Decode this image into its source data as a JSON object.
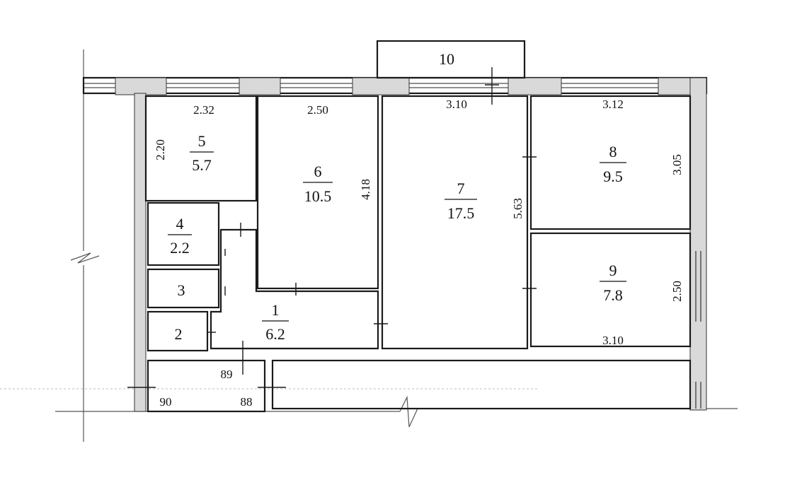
{
  "rooms": [
    {
      "number": "1",
      "area": "6.2"
    },
    {
      "number": "2",
      "area": ""
    },
    {
      "number": "3",
      "area": ""
    },
    {
      "number": "4",
      "area": "2.2"
    },
    {
      "number": "5",
      "area": "5.7"
    },
    {
      "number": "6",
      "area": "10.5"
    },
    {
      "number": "7",
      "area": "17.5"
    },
    {
      "number": "8",
      "area": "9.5"
    },
    {
      "number": "9",
      "area": "7.8"
    },
    {
      "number": "10",
      "area": ""
    }
  ],
  "dimensions": {
    "room5_width": "2.32",
    "room5_depth": "2.20",
    "room6_width": "2.50",
    "room6_depth": "4.18",
    "room7_width": "3.10",
    "room7_depth": "5.63",
    "room8_width": "3.12",
    "room8_depth": "3.05",
    "room9_width": "3.10",
    "room9_depth": "2.50",
    "door_89": "89",
    "door_90": "90",
    "door_88": "88"
  }
}
